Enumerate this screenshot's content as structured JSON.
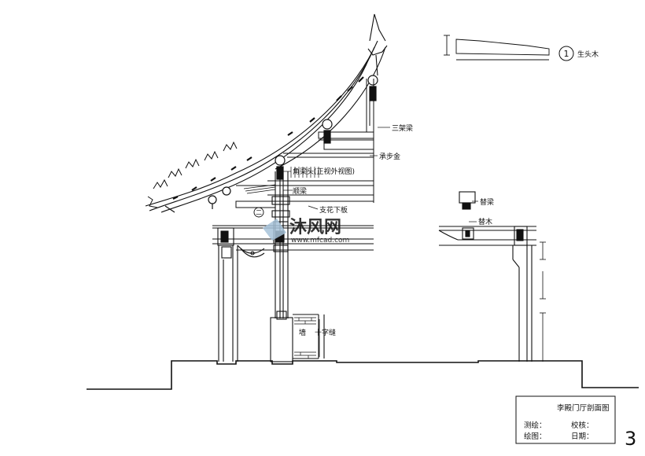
{
  "labels": {
    "sanjia_liang": "三架梁",
    "chabu_jin": "承步金",
    "jiaoliang_detail": "角梁头(正视外视图)",
    "shun_liang": "顺梁",
    "zhihua_xiaban": "支花下板",
    "ti_liang": "替梁",
    "ti_mu": "替木",
    "qiang": "墙",
    "shizi_feng": "十字缝",
    "circled_mark": "二",
    "legend_number": "1",
    "legend_text": "生头木",
    "title": "李殿门厅剖面图",
    "survey_label": "测绘：",
    "check_label": "校核：",
    "draw_label": "绘图：",
    "date_label": "日期：",
    "sheet_number": "3"
  },
  "watermark": {
    "brand": "沐风网",
    "url": "www.mfcad.com",
    "color": "#a8c4da"
  },
  "colors": {
    "ink": "#111111",
    "paper": "#ffffff"
  }
}
